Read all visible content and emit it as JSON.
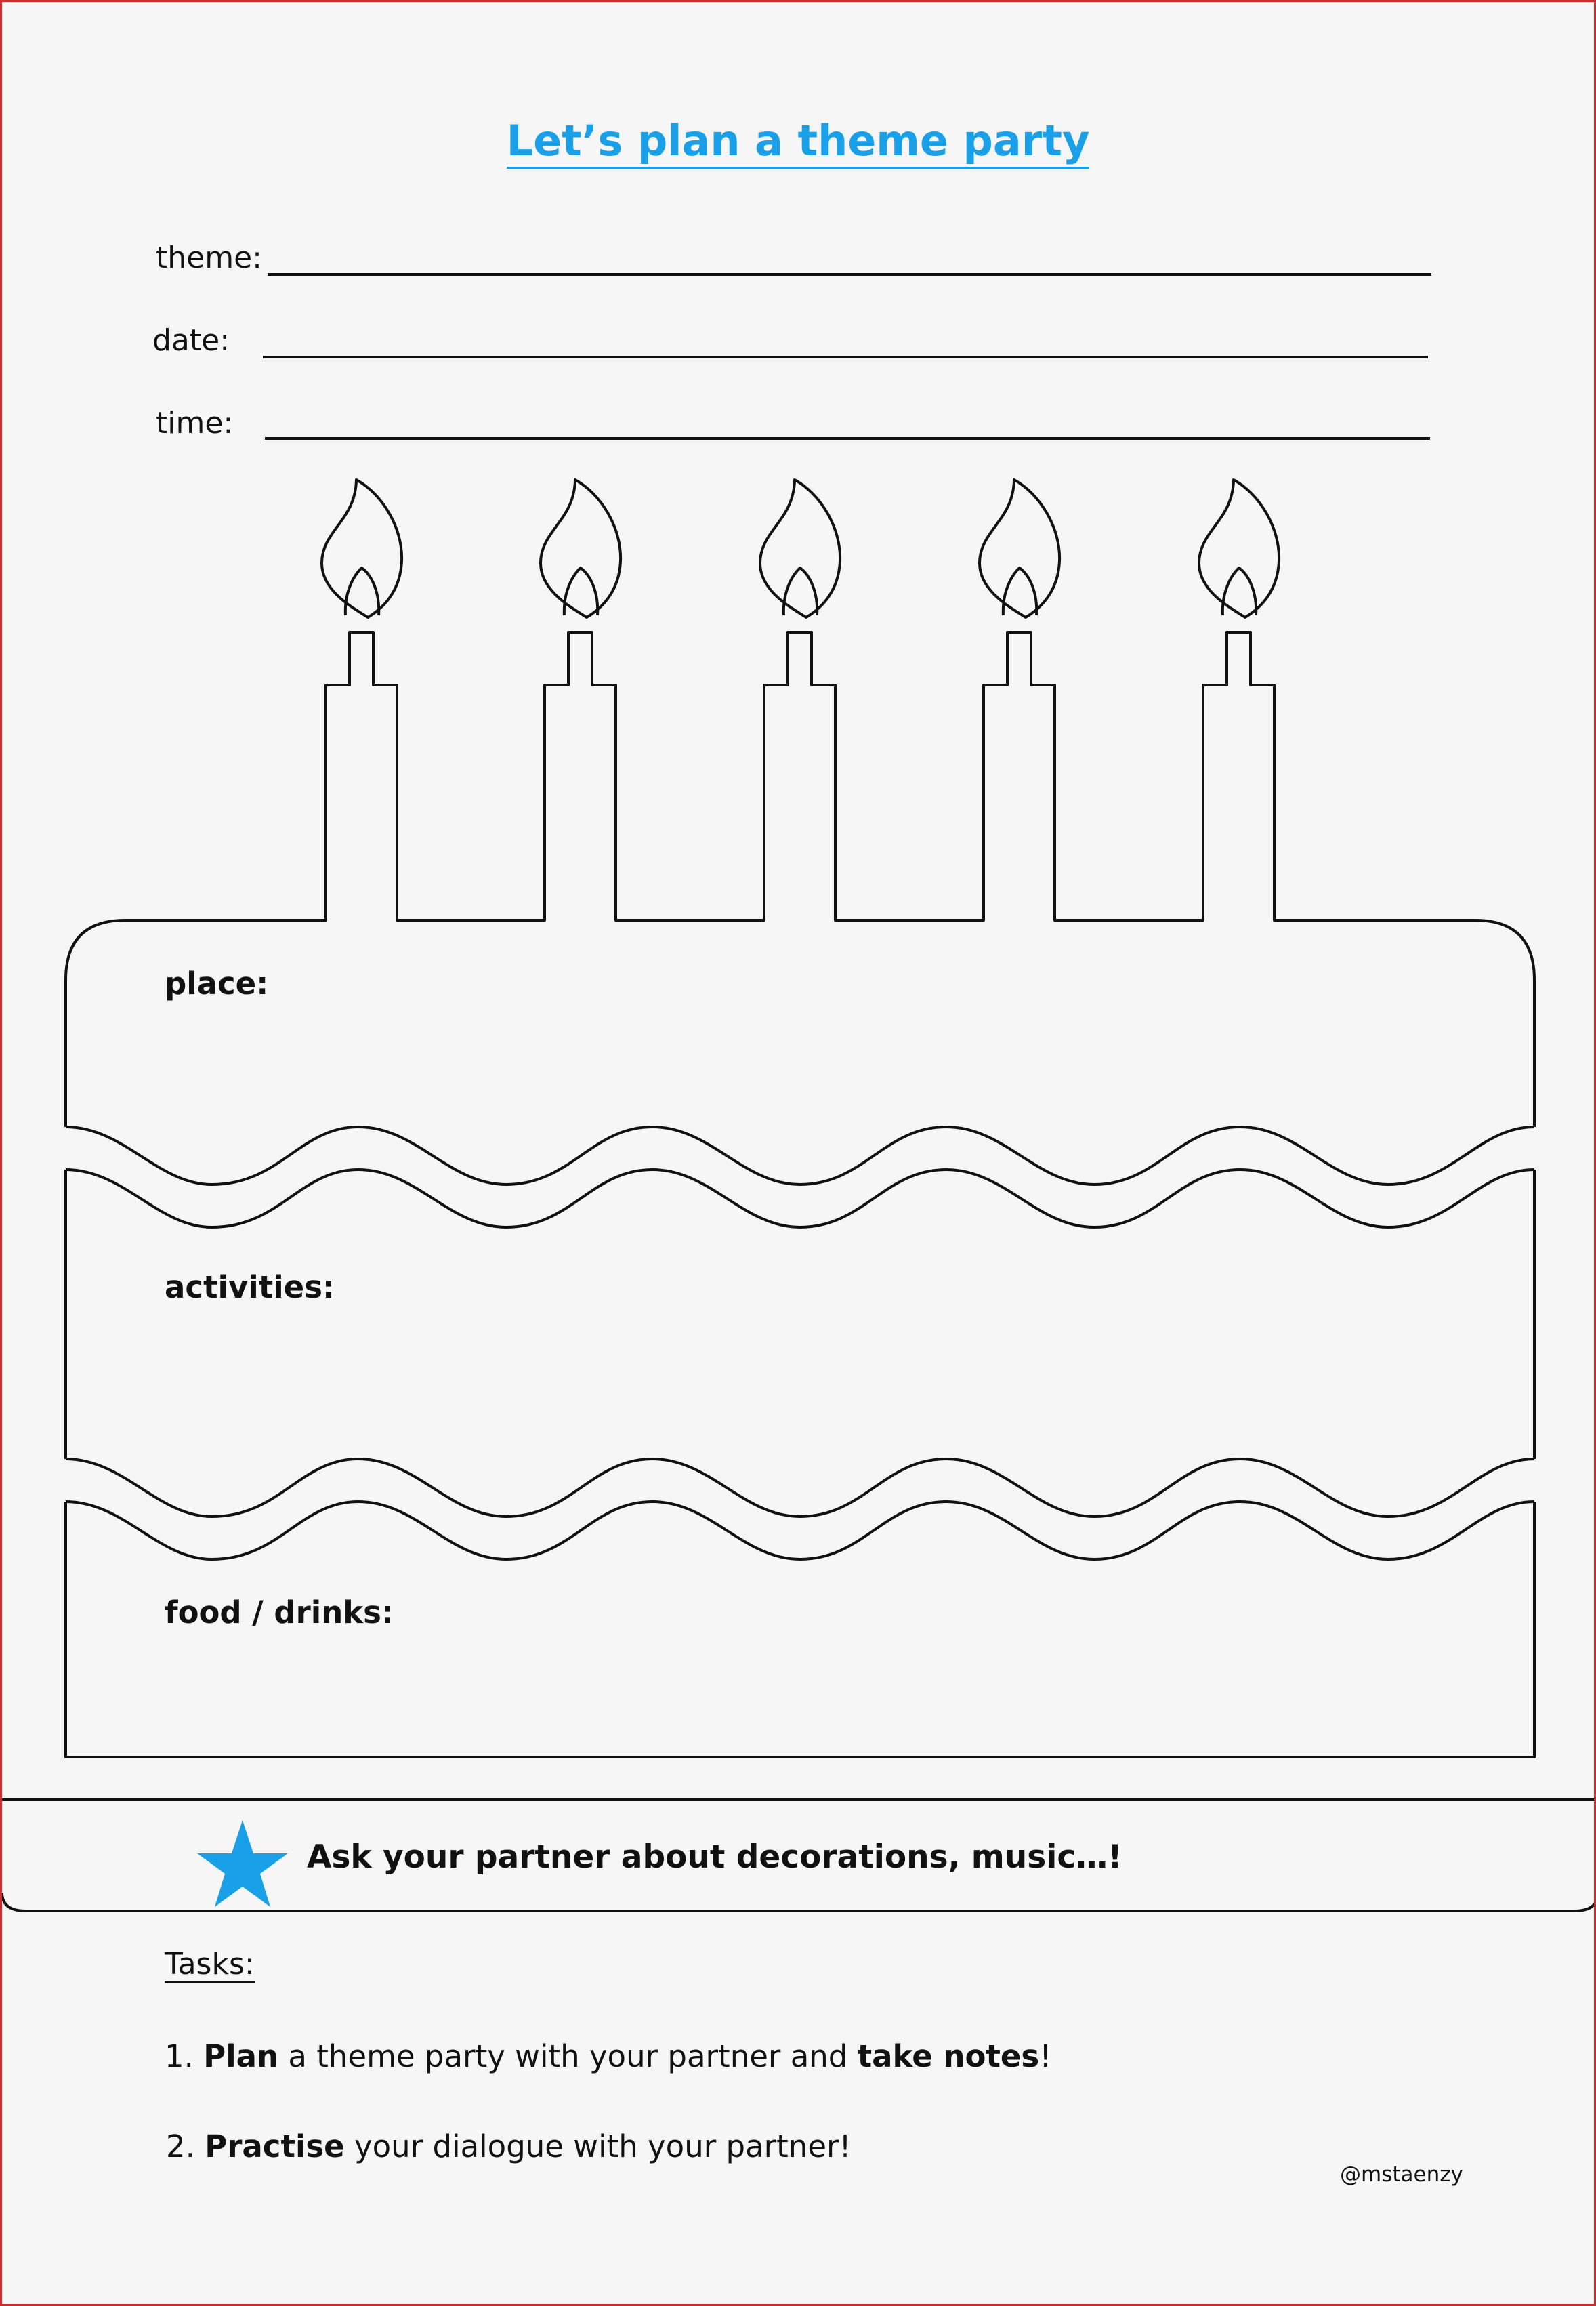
{
  "title": "Let’s plan a theme party",
  "fields": {
    "theme_label": "theme:",
    "date_label": "date:",
    "time_label": "time:"
  },
  "sections": {
    "place": "place:",
    "activities": "activities:",
    "food_drinks": "food / drinks:"
  },
  "banner": {
    "icon": "star-icon",
    "icon_color": "#1aa0e8",
    "text": "Ask your partner about decorations, music…!"
  },
  "tasks": {
    "heading": "Tasks:",
    "items": [
      {
        "number": "1.",
        "verb": "Plan",
        "middle": " a theme party with your partner and ",
        "emphasis": "take notes",
        "end": "!"
      },
      {
        "number": "2.",
        "verb": "Practise",
        "middle": " your dialogue with your partner!",
        "emphasis": "",
        "end": ""
      }
    ]
  },
  "credit": "@mstaenzy",
  "colors": {
    "accent": "#1aa0e8",
    "frame": "#cc2b2b",
    "background": "#f6f6f6"
  }
}
